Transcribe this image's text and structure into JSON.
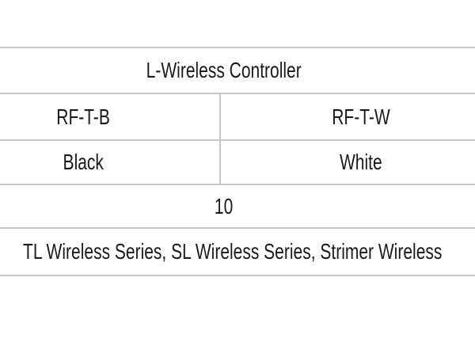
{
  "spec_table": {
    "product_row": {
      "label": "L-Wireless Controller"
    },
    "model_row": {
      "left": "RF-T-B",
      "right": "RF-T-W"
    },
    "color_row": {
      "left": "Black",
      "right": "White"
    },
    "quantity_row": {
      "value": "10"
    },
    "compatibility_row": {
      "label": "TL Wireless Series, SL Wireless Series, Strimer Wireless"
    },
    "colors": {
      "border": "#c8c8c8",
      "text": "#1a1a1a",
      "background": "#ffffff"
    }
  }
}
